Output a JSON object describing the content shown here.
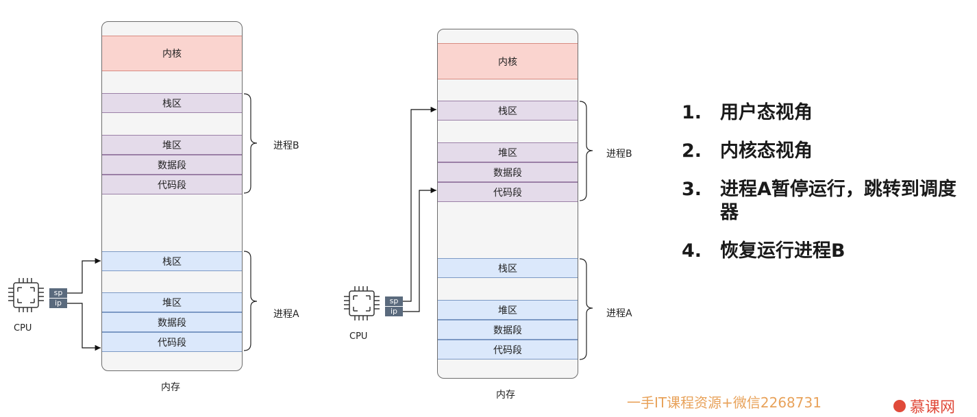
{
  "diagram_left": {
    "segments": {
      "kernel": "内核",
      "b_stack": "栈区",
      "b_heap": "堆区",
      "b_data": "数据段",
      "b_code": "代码段",
      "a_stack": "栈区",
      "a_heap": "堆区",
      "a_data": "数据段",
      "a_code": "代码段"
    },
    "label_b": "进程B",
    "label_a": "进程A",
    "memory_label": "内存",
    "cpu_label": "CPU",
    "reg_sp": "sp",
    "reg_ip": "ip"
  },
  "diagram_right": {
    "segments": {
      "kernel": "内核",
      "b_stack": "栈区",
      "b_heap": "堆区",
      "b_data": "数据段",
      "b_code": "代码段",
      "a_stack": "栈区",
      "a_heap": "堆区",
      "a_data": "数据段",
      "a_code": "代码段"
    },
    "label_b": "进程B",
    "label_a": "进程A",
    "memory_label": "内存",
    "cpu_label": "CPU",
    "reg_sp": "sp",
    "reg_ip": "ip"
  },
  "steps": [
    {
      "num": "1.",
      "text": "用户态视角"
    },
    {
      "num": "2.",
      "text": "内核态视角"
    },
    {
      "num": "3.",
      "text": "进程A暂停运行，跳转到调度器"
    },
    {
      "num": "4.",
      "text": "恢复运行进程B"
    }
  ],
  "watermark": "一手IT课程资源+微信2268731",
  "logo_text": "慕课网",
  "colors": {
    "kernel": "#fad4cf",
    "process_b": "#e4dbea",
    "process_a": "#dbe8fb",
    "register": "#5a6a7d"
  }
}
